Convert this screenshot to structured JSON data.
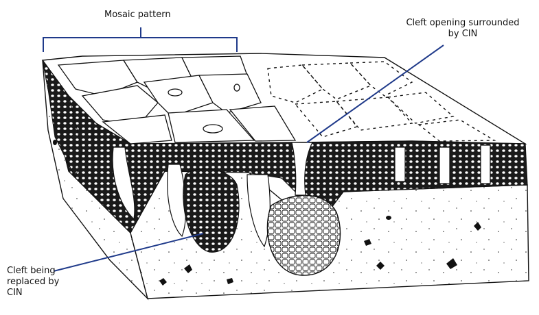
{
  "labels": {
    "mosaic": "Mosaic pattern",
    "cleft_opening": "Cleft opening surrounded\nby CIN",
    "cleft_replaced": "Cleft being\nreplaced by\nCIN"
  },
  "colors": {
    "ink": "#111111",
    "leader_line": "#1f3a8a",
    "background": "#ffffff"
  }
}
